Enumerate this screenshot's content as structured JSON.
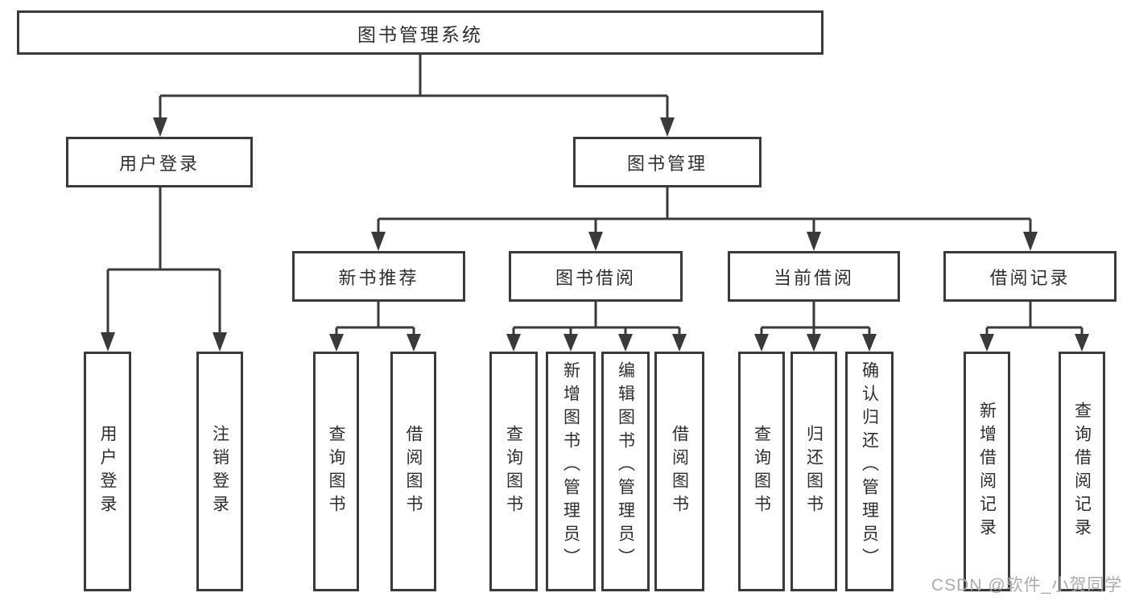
{
  "diagram": {
    "title": "图书管理系统",
    "tree": {
      "root": "图书管理系统",
      "children": [
        {
          "label": "用户登录",
          "children": [
            "用户登录",
            "注销登录"
          ]
        },
        {
          "label": "图书管理",
          "children": [
            {
              "label": "新书推荐",
              "children": [
                "查询图书",
                "借阅图书"
              ]
            },
            {
              "label": "图书借阅",
              "children": [
                "查询图书",
                "新增图书（管理员）",
                "编辑图书（管理员）",
                "借阅图书"
              ]
            },
            {
              "label": "当前借阅",
              "children": [
                "查询图书",
                "归还图书",
                "确认归还（管理员）"
              ]
            },
            {
              "label": "借阅记录",
              "children": [
                "新增借阅记录",
                "查询借阅记录"
              ]
            }
          ]
        }
      ]
    }
  },
  "watermark": "CSDN @软件_小贺同学",
  "colors": {
    "line": "#3a3a3a",
    "box_border": "#3a3a3a",
    "text": "#2e2e2e",
    "watermark": "#ababab",
    "background": "#ffffff"
  }
}
